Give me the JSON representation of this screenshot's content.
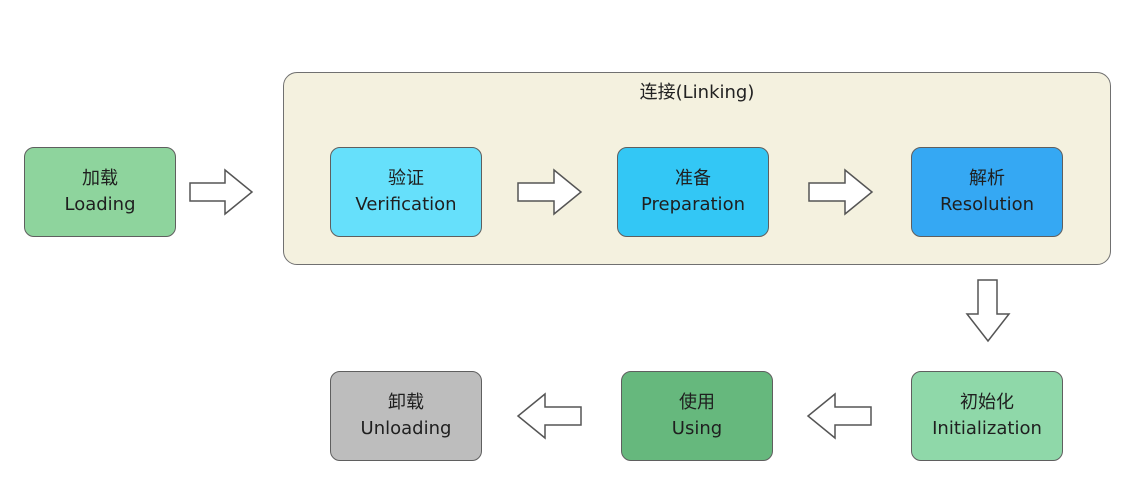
{
  "colors": {
    "group_fill": "#f4f1df",
    "loading": "#8ed49d",
    "verification": "#66e0fb",
    "preparation": "#33c7f5",
    "resolution": "#35a8f3",
    "initialization": "#8fd8a9",
    "using": "#66b87d",
    "unloading": "#bdbdbd",
    "arrow_fill": "#ffffff",
    "arrow_stroke": "#555555"
  },
  "diagram": {
    "linking_group": {
      "title": "连接(Linking)"
    },
    "nodes": {
      "loading": {
        "zh": "加载",
        "en": "Loading"
      },
      "verification": {
        "zh": "验证",
        "en": "Verification"
      },
      "preparation": {
        "zh": "准备",
        "en": "Preparation"
      },
      "resolution": {
        "zh": "解析",
        "en": "Resolution"
      },
      "initialization": {
        "zh": "初始化",
        "en": "Initialization"
      },
      "using": {
        "zh": "使用",
        "en": "Using"
      },
      "unloading": {
        "zh": "卸载",
        "en": "Unloading"
      }
    },
    "arrows": [
      {
        "from": "loading",
        "to": "verification",
        "direction": "right"
      },
      {
        "from": "verification",
        "to": "preparation",
        "direction": "right"
      },
      {
        "from": "preparation",
        "to": "resolution",
        "direction": "right"
      },
      {
        "from": "resolution",
        "to": "initialization",
        "direction": "down"
      },
      {
        "from": "initialization",
        "to": "using",
        "direction": "left"
      },
      {
        "from": "using",
        "to": "unloading",
        "direction": "left"
      }
    ]
  }
}
